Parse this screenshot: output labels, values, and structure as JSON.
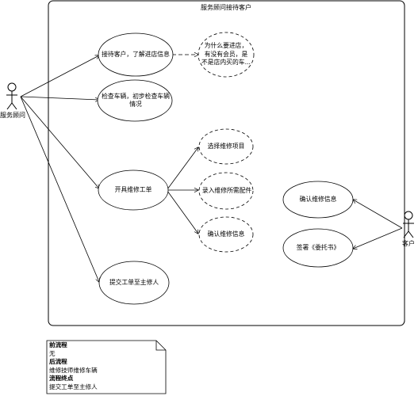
{
  "system": {
    "title": "服务顾问接待客户"
  },
  "actors": [
    {
      "id": "advisor",
      "label": "服务顾问"
    },
    {
      "id": "customer",
      "label": "客户"
    }
  ],
  "usecases": [
    {
      "id": "uc1",
      "label": "接待客户，了解进店信息"
    },
    {
      "id": "uc2",
      "label": "为什么要进店，有没有会员，是不是店内买的车..."
    },
    {
      "id": "uc3",
      "label": "检查车辆，初步检查车辆情况"
    },
    {
      "id": "uc4",
      "label": "选择维修项目"
    },
    {
      "id": "uc5",
      "label": "开具维修工单"
    },
    {
      "id": "uc6",
      "label": "录入维修所需配件"
    },
    {
      "id": "uc7",
      "label": "确认维修信息"
    },
    {
      "id": "uc8",
      "label": "提交工单至主修人"
    },
    {
      "id": "uc9",
      "label": "确认维修信息"
    },
    {
      "id": "uc10",
      "label": "签署《委托书》"
    }
  ],
  "note": {
    "pre_title": "前流程",
    "pre_value": "无",
    "post_title": "后流程",
    "post_value": "维修技师维修车辆",
    "end_title": "流程终点",
    "end_value": "提交工单至主修人"
  }
}
